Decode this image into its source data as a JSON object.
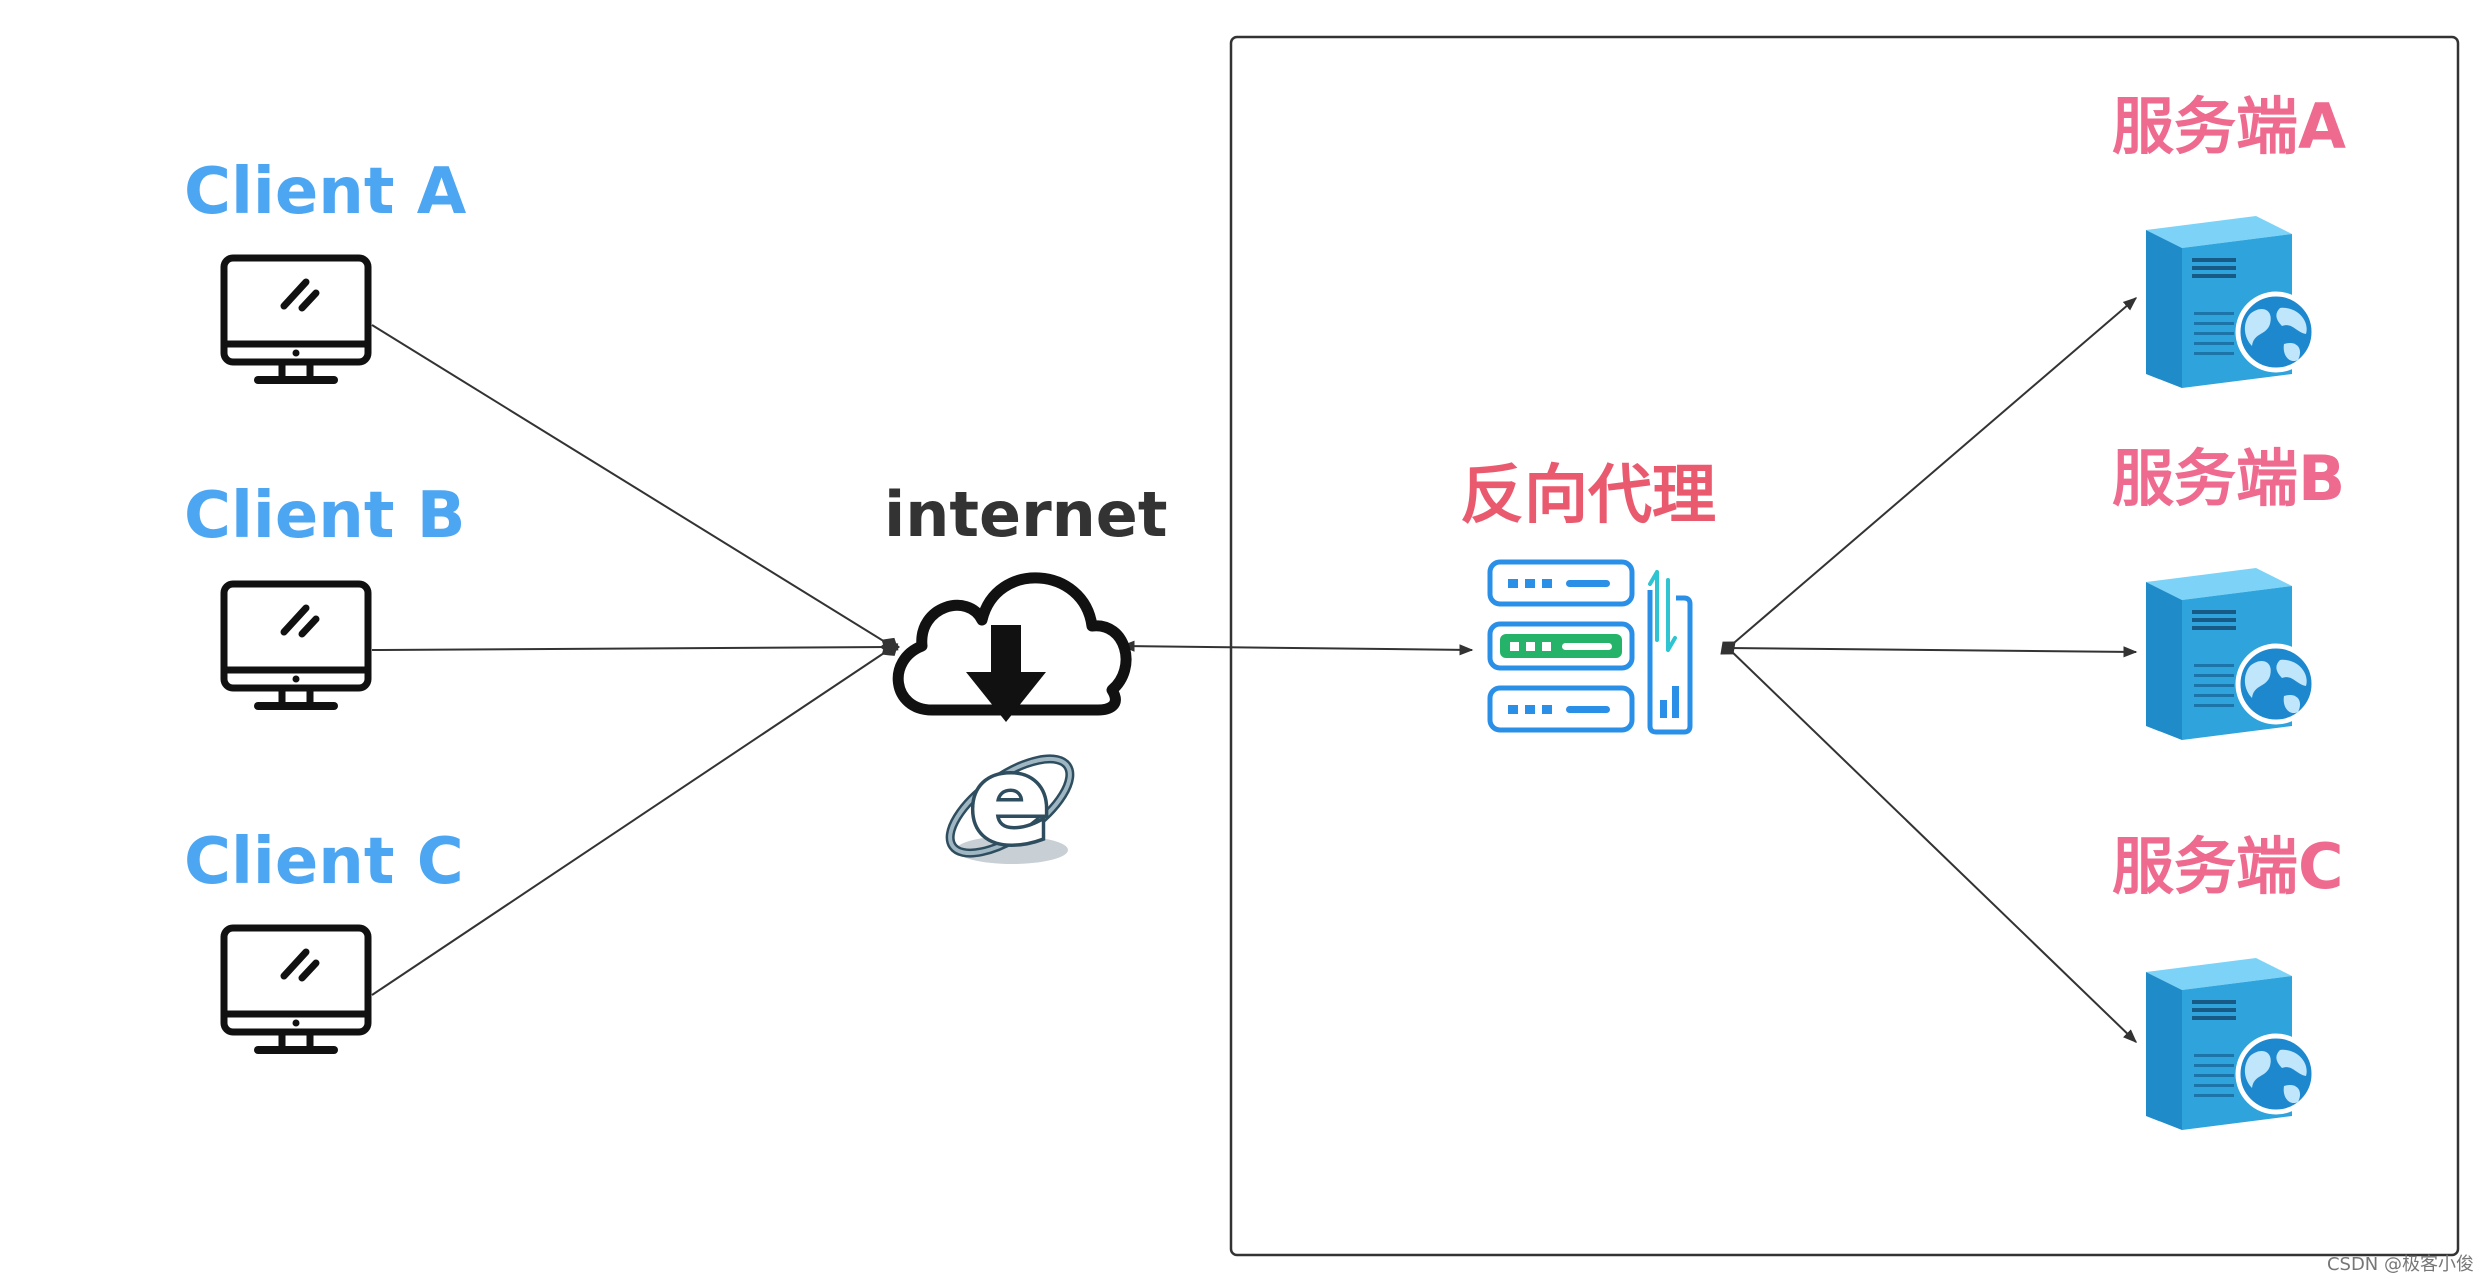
{
  "clients": [
    {
      "label": "Client A",
      "icon": "desktop-monitor-icon"
    },
    {
      "label": "Client B",
      "icon": "desktop-monitor-icon"
    },
    {
      "label": "Client C",
      "icon": "desktop-monitor-icon"
    }
  ],
  "internet": {
    "label": "internet",
    "icons": [
      "cloud-download-icon",
      "internet-explorer-icon"
    ]
  },
  "proxy": {
    "label": "反向代理",
    "icon": "proxy-server-icon"
  },
  "servers": [
    {
      "label": "服务端A",
      "icon": "server-tower-icon"
    },
    {
      "label": "服务端B",
      "icon": "server-tower-icon"
    },
    {
      "label": "服务端C",
      "icon": "server-tower-icon"
    }
  ],
  "watermark": "CSDN @极客小俊",
  "colors": {
    "client_label": "#4da6f2",
    "server_label": "#ee6a8e",
    "proxy_label": "#ea5a6f",
    "proxy_icon": "#2a8fe6",
    "proxy_accent": "#25b36a",
    "server_body": "#2ea3dc",
    "line": "#333333"
  }
}
